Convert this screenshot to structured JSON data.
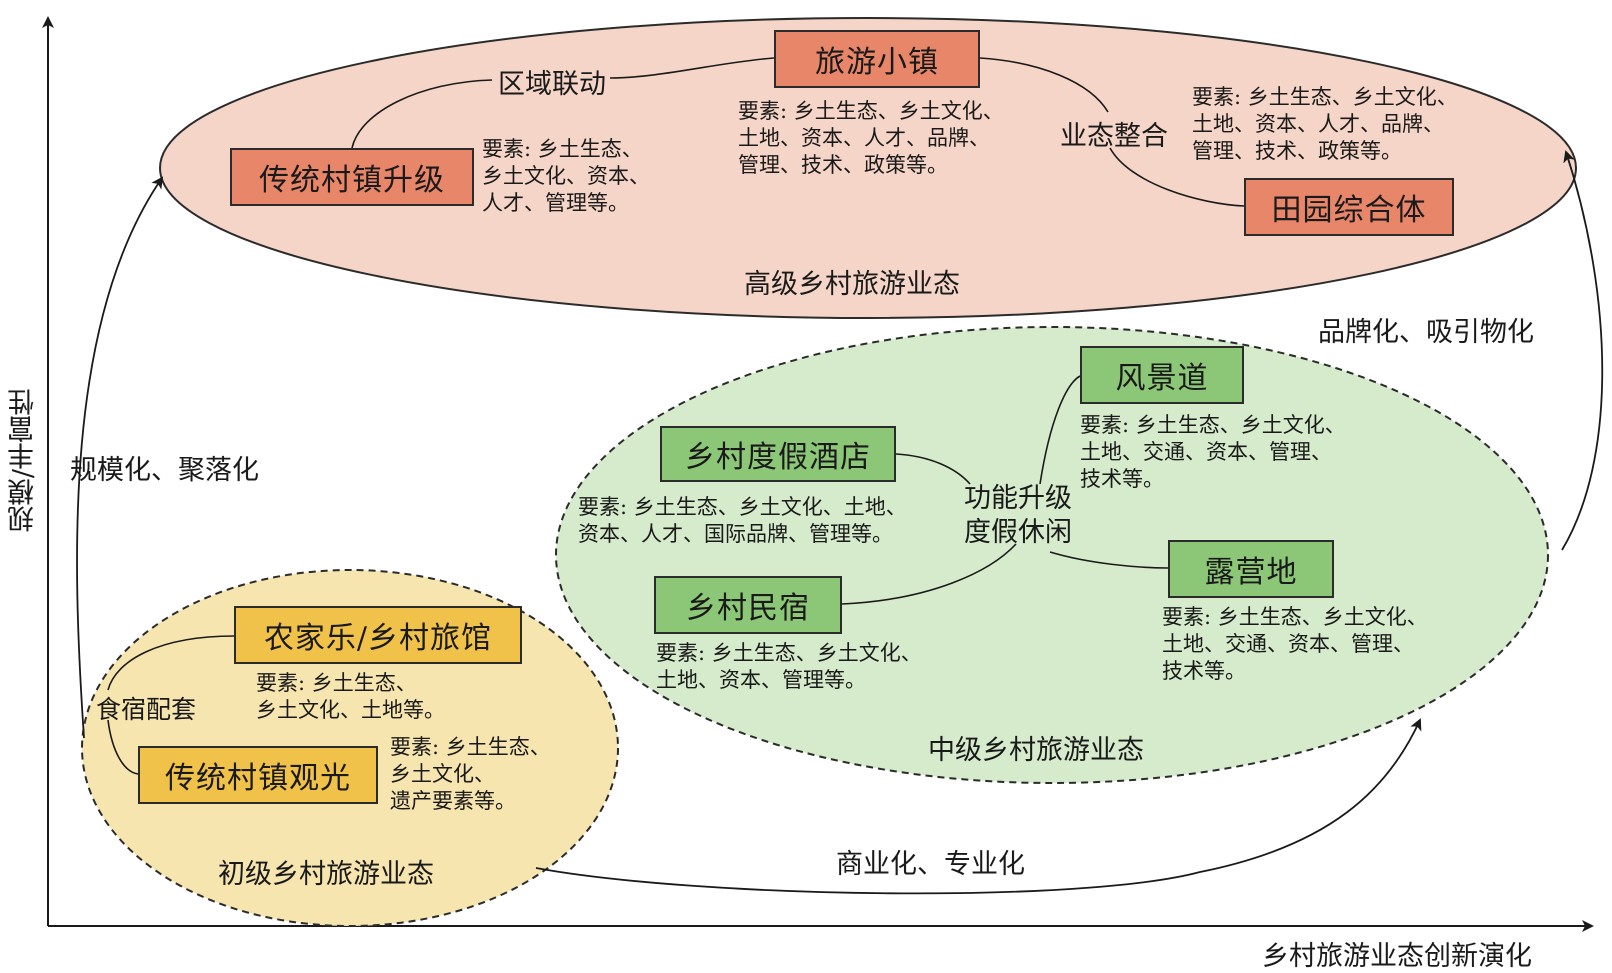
{
  "axes": {
    "x_label": "乡村旅游业态创新演化",
    "y_label": "规模/丰富性"
  },
  "colors": {
    "high_fill": "#f5d5c8",
    "mid_fill": "#d5ebcc",
    "low_fill": "#f7e5b0",
    "high_box": "#e8866a",
    "mid_box": "#8cc677",
    "low_box": "#f0c24a"
  },
  "high": {
    "title": "高级乡村旅游业态",
    "box_traditional_upgrade": "传统村镇升级",
    "elements_traditional_upgrade": [
      "要素: 乡土生态、",
      "乡土文化、资本、",
      "人才、管理等。"
    ],
    "box_tourism_town": "旅游小镇",
    "elements_tourism_town": [
      "要素: 乡土生态、乡土文化、",
      "土地、资本、人才、品牌、",
      "管理、技术、政策等。"
    ],
    "box_rural_complex": "田园综合体",
    "elements_rural_complex": [
      "要素: 乡土生态、乡土文化、",
      "土地、资本、人才、品牌、",
      "管理、技术、政策等。"
    ],
    "link_regional": "区域联动",
    "link_integration": "业态整合"
  },
  "mid": {
    "title": "中级乡村旅游业态",
    "box_resort_hotel": "乡村度假酒店",
    "elements_resort_hotel": [
      "要素: 乡土生态、乡土文化、土地、",
      "资本、人才、国际品牌、管理等。"
    ],
    "box_homestay": "乡村民宿",
    "elements_homestay": [
      "要素: 乡土生态、乡土文化、",
      "土地、资本、管理等。"
    ],
    "box_scenic_byway": "风景道",
    "elements_scenic_byway": [
      "要素: 乡土生态、乡土文化、",
      "土地、交通、资本、管理、",
      "技术等。"
    ],
    "box_campsite": "露营地",
    "elements_campsite": [
      "要素: 乡土生态、乡土文化、",
      "土地、交通、资本、管理、",
      "技术等。"
    ],
    "link_function": [
      "功能升级",
      "度假休闲"
    ]
  },
  "low": {
    "title": "初级乡村旅游业态",
    "box_farmhouse": "农家乐/乡村旅馆",
    "elements_farmhouse": [
      "要素: 乡土生态、",
      "乡土文化、土地等。"
    ],
    "box_traditional_sightseeing": "传统村镇观光",
    "elements_traditional_sightseeing": [
      "要素: 乡土生态、",
      "乡土文化、",
      "遗产要素等。"
    ],
    "link_food_lodging": "食宿配套"
  },
  "transitions": {
    "scale_cluster": "规模化、聚落化",
    "brand_attraction": "品牌化、吸引物化",
    "commercial_professional": "商业化、专业化"
  }
}
